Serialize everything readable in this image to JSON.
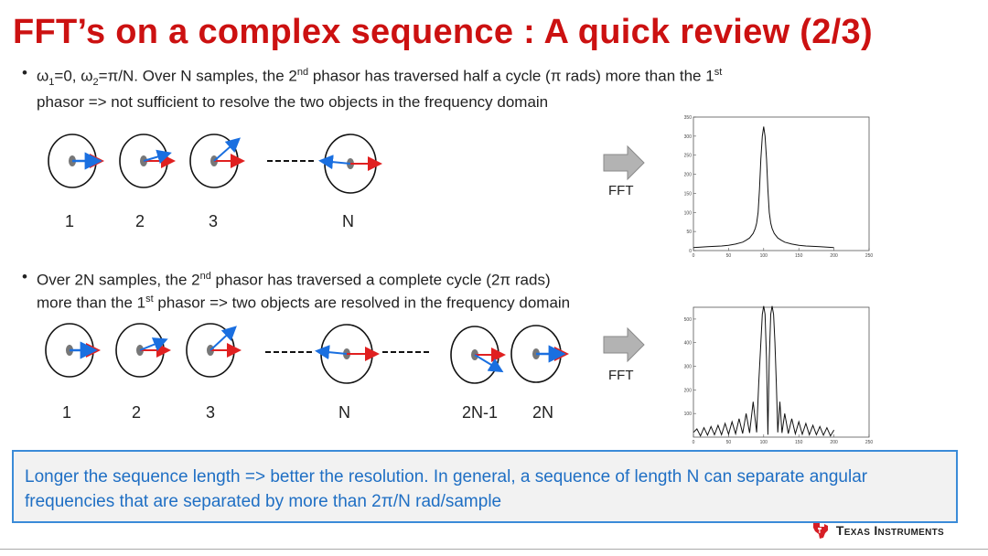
{
  "slide": {
    "title": "FFT’s on a complex sequence : A quick review  (2/3)",
    "bullet1": {
      "line1_parts": [
        "ω",
        "1",
        "=0, ω",
        "2",
        "=π/N.  Over N samples, the 2",
        "nd",
        " phasor has traversed half a cycle (π rads) more than the 1",
        "st"
      ],
      "line2": "phasor => not sufficient to resolve the two objects in the frequency domain"
    },
    "bullet2": {
      "line1_parts": [
        "Over 2N samples, the 2",
        "nd",
        " phasor has traversed a complete cycle (2π rads)"
      ],
      "line2_parts": [
        "more than the 1",
        "st",
        " phasor =>  two objects are resolved in  the frequency domain"
      ]
    },
    "row1_labels": [
      "1",
      "2",
      "3",
      "N"
    ],
    "row2_labels": [
      "1",
      "2",
      "3",
      "N",
      "2N-1",
      "2N"
    ],
    "fft_label": "FFT",
    "callout": "Longer the sequence length => better the resolution. In general, a sequence of length N  can separate angular frequencies that are separated  by more than 2π/N rad/sample",
    "brand": "Texas Instruments",
    "colors": {
      "title": "#cc1111",
      "phasor_1": "#e02020",
      "phasor_2": "#1a6fe0",
      "callout_text": "#1f6fc4",
      "callout_border": "#3a8bd8"
    }
  },
  "chart_data": [
    {
      "type": "line",
      "title": "",
      "xlabel": "",
      "ylabel": "",
      "xlim": [
        0,
        250
      ],
      "ylim": [
        0,
        350
      ],
      "x_ticks": [
        "0",
        "50",
        "100",
        "150",
        "200",
        "250"
      ],
      "y_ticks": [
        "0",
        "50",
        "100",
        "150",
        "200",
        "250",
        "300",
        "350"
      ],
      "series": [
        {
          "x": [
            0,
            10,
            20,
            30,
            40,
            50,
            60,
            70,
            75,
            80,
            85,
            88,
            90,
            92,
            94,
            96,
            98,
            100,
            102,
            104,
            106,
            108,
            110,
            112,
            115,
            120,
            125,
            130,
            140,
            150,
            160,
            170,
            180,
            190,
            200
          ],
          "y": [
            8,
            9,
            10,
            11,
            12,
            14,
            17,
            22,
            27,
            33,
            45,
            58,
            72,
            100,
            160,
            240,
            300,
            325,
            300,
            240,
            160,
            100,
            72,
            58,
            45,
            33,
            27,
            22,
            17,
            14,
            12,
            11,
            10,
            9,
            8
          ]
        }
      ]
    },
    {
      "type": "line",
      "title": "",
      "xlabel": "",
      "ylabel": "",
      "xlim": [
        0,
        250
      ],
      "ylim": [
        0,
        550
      ],
      "x_ticks": [
        "0",
        "50",
        "100",
        "150",
        "200",
        "250"
      ],
      "y_ticks": [
        "100",
        "200",
        "300",
        "400",
        "500"
      ],
      "series": [
        {
          "x": [
            0,
            5,
            10,
            15,
            20,
            25,
            30,
            35,
            40,
            45,
            50,
            55,
            60,
            65,
            70,
            75,
            80,
            85,
            90,
            93,
            96,
            98,
            100,
            102,
            104,
            106,
            108,
            110,
            112,
            114,
            116,
            118,
            120,
            123,
            126,
            130,
            135,
            140,
            145,
            150,
            155,
            160,
            165,
            170,
            175,
            180,
            185,
            190,
            195,
            200
          ],
          "y": [
            20,
            35,
            5,
            40,
            8,
            45,
            10,
            50,
            10,
            58,
            12,
            65,
            14,
            78,
            15,
            100,
            18,
            150,
            20,
            230,
            400,
            520,
            555,
            520,
            330,
            10,
            330,
            520,
            555,
            520,
            400,
            230,
            20,
            150,
            18,
            100,
            15,
            78,
            14,
            65,
            12,
            58,
            10,
            50,
            10,
            45,
            8,
            40,
            5,
            30
          ]
        }
      ]
    }
  ]
}
